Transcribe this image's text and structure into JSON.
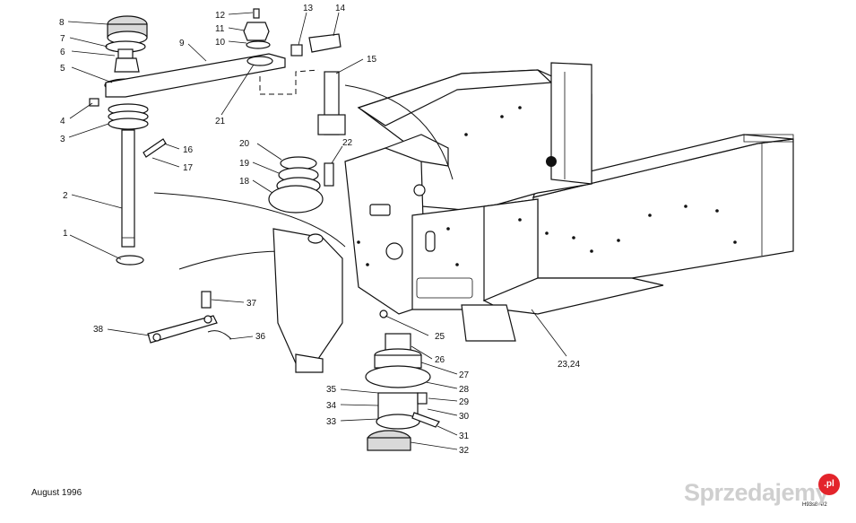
{
  "footer": {
    "date": "August 1996",
    "drawing_ref": "H93s8-4/2"
  },
  "watermark": {
    "text": "Sprzedajemy",
    "badge": ".pl"
  },
  "callouts": [
    {
      "id": "c1",
      "label": "1"
    },
    {
      "id": "c2",
      "label": "2"
    },
    {
      "id": "c3",
      "label": "3"
    },
    {
      "id": "c4",
      "label": "4"
    },
    {
      "id": "c5",
      "label": "5"
    },
    {
      "id": "c6",
      "label": "6"
    },
    {
      "id": "c7",
      "label": "7"
    },
    {
      "id": "c8",
      "label": "8"
    },
    {
      "id": "c9",
      "label": "9"
    },
    {
      "id": "c10",
      "label": "10"
    },
    {
      "id": "c11",
      "label": "11"
    },
    {
      "id": "c12",
      "label": "12"
    },
    {
      "id": "c13",
      "label": "13"
    },
    {
      "id": "c14",
      "label": "14"
    },
    {
      "id": "c15",
      "label": "15"
    },
    {
      "id": "c16",
      "label": "16"
    },
    {
      "id": "c17",
      "label": "17"
    },
    {
      "id": "c18",
      "label": "18"
    },
    {
      "id": "c19",
      "label": "19"
    },
    {
      "id": "c20",
      "label": "20"
    },
    {
      "id": "c21",
      "label": "21"
    },
    {
      "id": "c22",
      "label": "22"
    },
    {
      "id": "c23",
      "label": "23,24"
    },
    {
      "id": "c25",
      "label": "25"
    },
    {
      "id": "c26",
      "label": "26"
    },
    {
      "id": "c27",
      "label": "27"
    },
    {
      "id": "c28",
      "label": "28"
    },
    {
      "id": "c29",
      "label": "29"
    },
    {
      "id": "c30",
      "label": "30"
    },
    {
      "id": "c31",
      "label": "31"
    },
    {
      "id": "c32",
      "label": "32"
    },
    {
      "id": "c33",
      "label": "33"
    },
    {
      "id": "c34",
      "label": "34"
    },
    {
      "id": "c35",
      "label": "35"
    },
    {
      "id": "c36",
      "label": "36"
    },
    {
      "id": "c37",
      "label": "37"
    },
    {
      "id": "c38",
      "label": "38"
    }
  ]
}
